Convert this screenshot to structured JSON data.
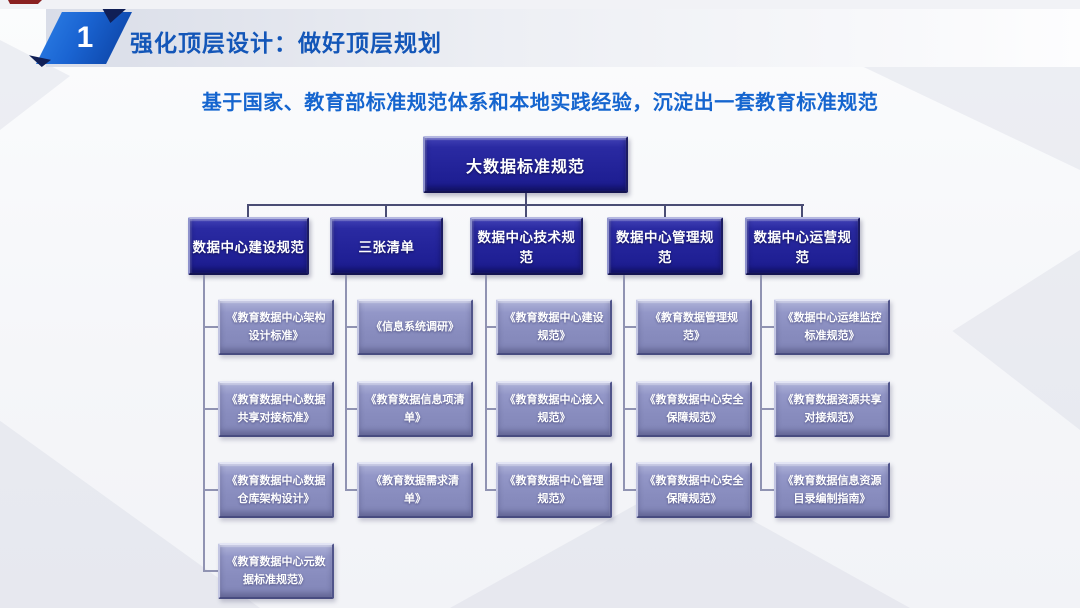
{
  "header": {
    "badge_number": "1",
    "title": "强化顶层设计：做好顶层规划",
    "subtitle": "基于国家、教育部标准规范体系和本地实践经验，沉淀出一套教育标准规范"
  },
  "colors": {
    "title_blue": "#1356b8",
    "subtitle_blue": "#1565cf",
    "badge_blue": "#1a64d2",
    "node_dark_fill": "#222298",
    "node_light_fill": "#8c90c0",
    "connector": "#6b6e92"
  },
  "chart": {
    "root": "大数据标准规范",
    "columns": [
      {
        "label": "数据中心建设规范",
        "children": [
          "《教育数据中心架构设计标准》",
          "《教育数据中心数据共享对接标准》",
          "《教育数据中心数据仓库架构设计》",
          "《教育数据中心元数据标准规范》"
        ]
      },
      {
        "label": "三张清单",
        "children": [
          "《信息系统调研》",
          "《教育数据信息项清单》",
          "《教育数据需求清单》"
        ]
      },
      {
        "label": "数据中心技术规范",
        "children": [
          "《教育数据中心建设规范》",
          "《教育数据中心接入规范》",
          "《教育数据中心管理规范》"
        ]
      },
      {
        "label": "数据中心管理规范",
        "children": [
          "《教育数据管理规范》",
          "《教育数据中心安全保障规范》",
          "《教育数据中心安全保障规范》"
        ]
      },
      {
        "label": "数据中心运营规范",
        "children": [
          "《数据中心运维监控标准规范》",
          "《教育数据资源共享对接规范》",
          "《教育数据信息资源目录编制指南》"
        ]
      }
    ]
  }
}
